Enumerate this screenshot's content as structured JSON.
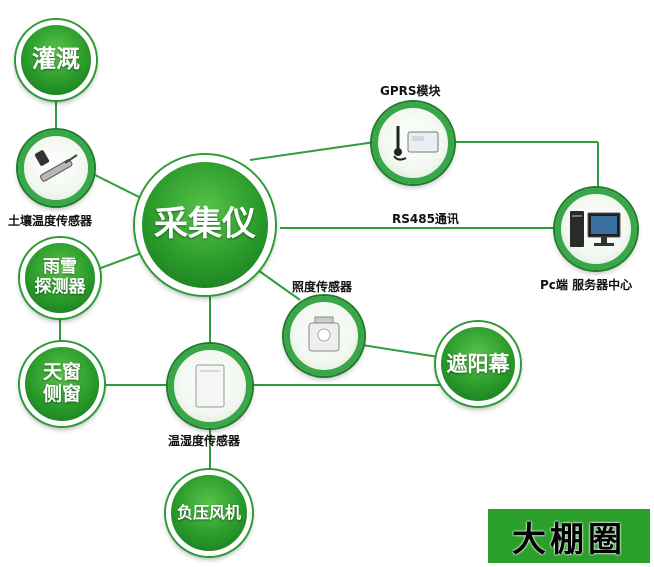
{
  "center": {
    "label": "采集仪"
  },
  "nodes": {
    "irrigation": "灌溉",
    "rain_snow": "雨雪\n探测器",
    "skylight": "天窗\n侧窗",
    "fan": "负压风机",
    "shade": "遮阳幕"
  },
  "device_labels": {
    "soil_sensor": "土壤温度传感器",
    "gprs": "GPRS模块",
    "pc_server": "Pc端  服务器中心",
    "light_sensor": "照度传感器",
    "temp_humidity": "温湿度传感器"
  },
  "edge_labels": {
    "rs485": "RS485通讯"
  },
  "watermark": "大棚圈",
  "colors": {
    "line": "#2e9e3a",
    "node": "#2a9a2a",
    "watermark_bg": "#2a9f2a"
  }
}
